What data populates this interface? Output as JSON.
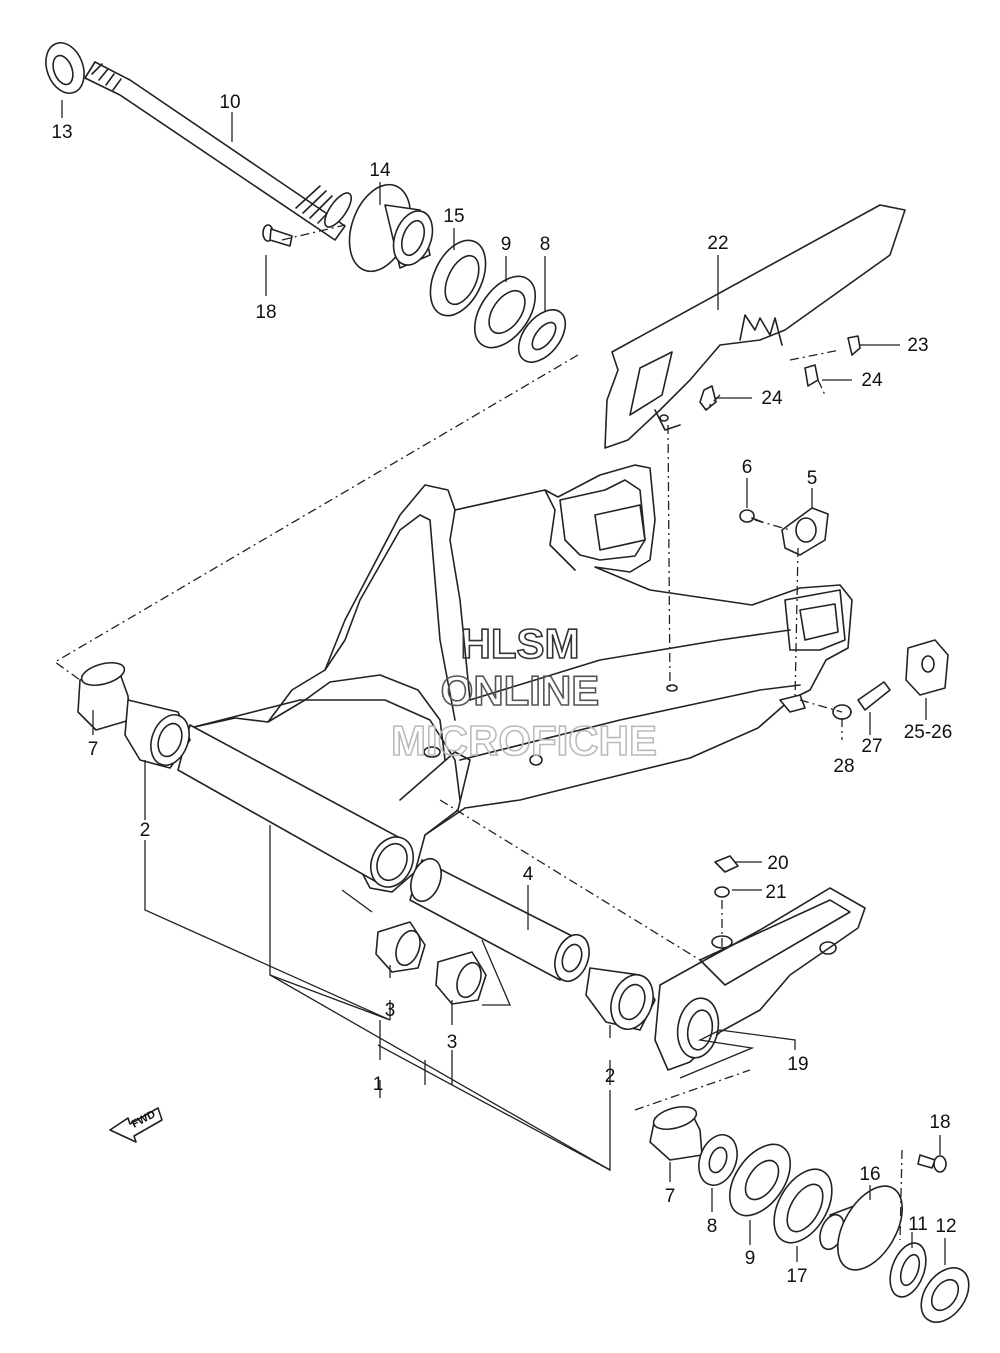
{
  "watermark": {
    "line1": "HLSM",
    "line2": "ONLINE",
    "line3": "MICROFICHE",
    "color1": "#333333",
    "color2": "#555555",
    "color3": "#bbbbbb"
  },
  "fwd_label": "FWD",
  "part_labels": {
    "l13": "13",
    "l10": "10",
    "l14": "14",
    "l15": "15",
    "l9a": "9",
    "l8a": "8",
    "l18a": "18",
    "l22": "22",
    "l23": "23",
    "l24a": "24",
    "l24b": "24",
    "l6": "6",
    "l5": "5",
    "l7a": "7",
    "l2a": "2",
    "l25": "25-26",
    "l27": "27",
    "l28": "28",
    "l20": "20",
    "l21": "21",
    "l4": "4",
    "l3a": "3",
    "l3b": "3",
    "l1": "1",
    "l2b": "2",
    "l19": "19",
    "l18b": "18",
    "l16": "16",
    "l7b": "7",
    "l8b": "8",
    "l9b": "9",
    "l17": "17",
    "l11": "11",
    "l12": "12"
  }
}
